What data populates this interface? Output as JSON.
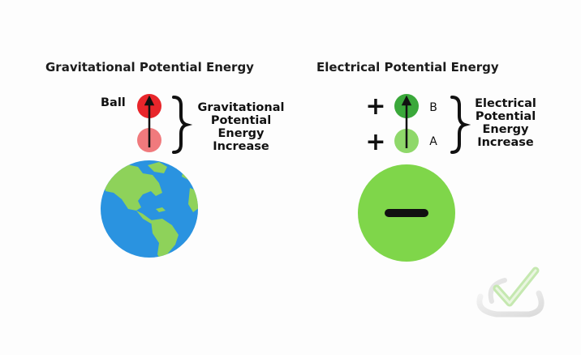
{
  "gravitational": {
    "title": "Gravitational Potential Energy",
    "ball_label": "Ball",
    "increase_lines": [
      "Gravitational",
      "Potential",
      "Energy",
      "Increase"
    ],
    "colors": {
      "ball_top": "#e8262b",
      "ball_bottom": "#f07a7d",
      "ocean": "#2a93e0",
      "land": "#8ed25a"
    },
    "icons": {
      "planet": "earth-globe-icon",
      "arrow": "up-arrow-icon",
      "brace": "right-curly-brace-icon"
    }
  },
  "electrical": {
    "title": "Electrical Potential Energy",
    "point_top_label": "B",
    "point_bottom_label": "A",
    "charge_symbol": "+",
    "increase_lines": [
      "Electrical",
      "Potential",
      "Energy",
      "Increase"
    ],
    "colors": {
      "charge_top": "#3aa83a",
      "charge_bottom": "#8fd86a",
      "big_charge": "#7fd64a"
    },
    "icons": {
      "negative_charge": "negative-charge-sphere-icon",
      "plus": "plus-sign-icon",
      "arrow": "up-arrow-icon",
      "brace": "right-curly-brace-icon"
    }
  },
  "watermark": {
    "icon": "checkmark-watermark-logo"
  }
}
